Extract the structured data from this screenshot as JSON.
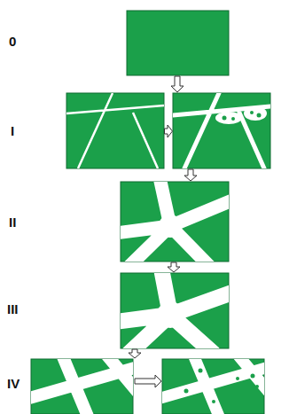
{
  "diagram": {
    "labels": [
      "0",
      "I",
      "II",
      "III",
      "IV"
    ]
  }
}
